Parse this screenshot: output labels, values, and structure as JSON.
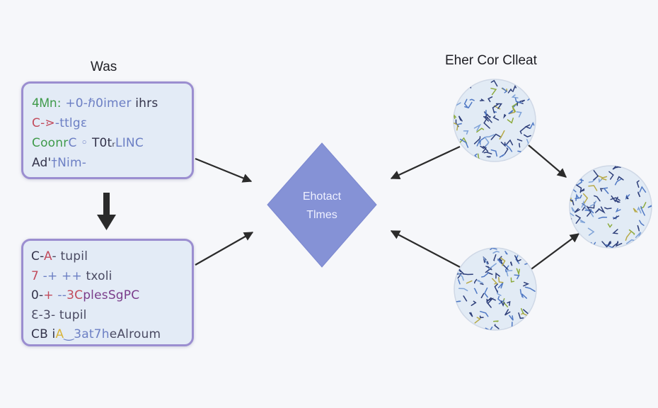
{
  "headings": {
    "left": "Was",
    "right": "Eher Cor Clleat"
  },
  "top_box": {
    "lines": [
      [
        {
          "t": "4Ꮇn:",
          "c": "#3f9a4a"
        },
        {
          "t": " +0-ℏ0imer",
          "c": "#6c7fc4"
        },
        {
          "t": " ihrs",
          "c": "#33334a"
        }
      ],
      [
        {
          "t": "C-",
          "c": "#c24b5c"
        },
        {
          "t": "⋗",
          "c": "#c24b5c"
        },
        {
          "t": "-",
          "c": "#6c7fc4"
        },
        {
          "t": "ttlgε",
          "c": "#6c7fc4"
        }
      ],
      [
        {
          "t": "Coonr",
          "c": "#3f9a4a"
        },
        {
          "t": "C ◦ ",
          "c": "#6c7fc4"
        },
        {
          "t": "T0tᵣ",
          "c": "#33334a"
        },
        {
          "t": "LINC",
          "c": "#6c7fc4"
        }
      ],
      [
        {
          "t": "Ad'",
          "c": "#33334a"
        },
        {
          "t": "†Ni",
          "c": "#6c7fc4"
        },
        {
          "t": "m-",
          "c": "#6c7fc4"
        }
      ]
    ]
  },
  "bottom_box": {
    "lines": [
      [
        {
          "t": "C-",
          "c": "#33334a"
        },
        {
          "t": "A",
          "c": "#c24b5c"
        },
        {
          "t": "- tupil",
          "c": "#4a4a62"
        }
      ],
      [
        {
          "t": "7",
          "c": "#c24b5c"
        },
        {
          "t": " -+ ++",
          "c": "#6c7fc4"
        },
        {
          "t": " txoli",
          "c": "#4a4a62"
        }
      ],
      [
        {
          "t": "0-",
          "c": "#33334a"
        },
        {
          "t": "+",
          "c": "#c24b5c"
        },
        {
          "t": " --",
          "c": "#6c7fc4"
        },
        {
          "t": "3C",
          "c": "#c24b5c"
        },
        {
          "t": "plesSgPC",
          "c": "#7a3c8a"
        }
      ],
      [
        {
          "t": "Ɛ-3- tupil",
          "c": "#4a4a62"
        }
      ],
      [
        {
          "t": "CB i",
          "c": "#33334a"
        },
        {
          "t": "A",
          "c": "#d9b43a"
        },
        {
          "t": "‿",
          "c": "#6c7fc4"
        },
        {
          "t": "3at7h",
          "c": "#6c7fc4"
        },
        {
          "t": "eAlroum",
          "c": "#4a4a62"
        }
      ]
    ]
  },
  "center": {
    "line1": "Ehotact",
    "line2": "Tlmes",
    "fill": "#8592d6"
  },
  "colors": {
    "box_border": "#9b8ed0",
    "box_fill": "#e3ebf6",
    "arrow": "#2b2b2b",
    "circle_fill": "#e2ebf5",
    "circle_strokes": [
      "#2e3f7a",
      "#4f78c4",
      "#7fa3d8",
      "#8cab3e",
      "#b7aa48"
    ]
  },
  "icons": [
    "arrow-down-icon",
    "arrow-right-icon",
    "arrow-left-icon"
  ]
}
